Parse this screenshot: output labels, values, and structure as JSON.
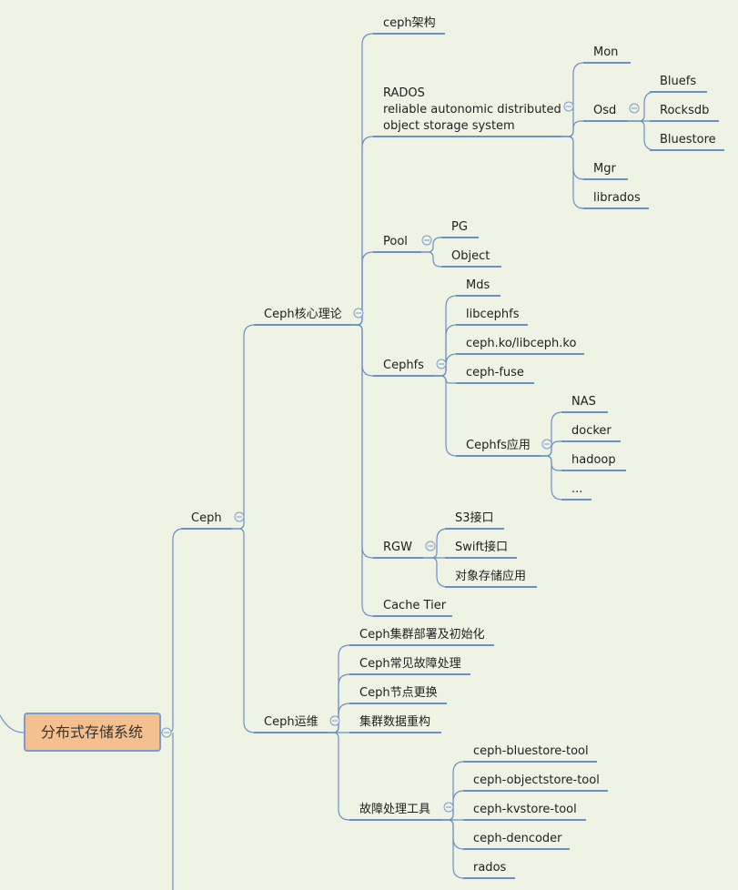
{
  "root": {
    "id": "root",
    "label": "分布式存储系统",
    "children": [
      {
        "id": "ceph",
        "label": "Ceph",
        "children": [
          {
            "id": "core",
            "label": "Ceph核心理论",
            "children": [
              {
                "id": "arch",
                "label": "ceph架构"
              },
              {
                "id": "rados",
                "label": "RADOS\nreliable autonomic distributed\nobject storage system",
                "children": [
                  {
                    "id": "mon",
                    "label": "Mon"
                  },
                  {
                    "id": "osd",
                    "label": "Osd",
                    "children": [
                      {
                        "id": "bluefs",
                        "label": "Bluefs"
                      },
                      {
                        "id": "rocksdb",
                        "label": "Rocksdb"
                      },
                      {
                        "id": "bluestore",
                        "label": "Bluestore"
                      }
                    ]
                  },
                  {
                    "id": "mgr",
                    "label": "Mgr"
                  },
                  {
                    "id": "librados",
                    "label": "librados"
                  }
                ]
              },
              {
                "id": "pool",
                "label": "Pool",
                "children": [
                  {
                    "id": "pg",
                    "label": "PG"
                  },
                  {
                    "id": "object",
                    "label": "Object"
                  }
                ]
              },
              {
                "id": "cephfs",
                "label": "Cephfs",
                "children": [
                  {
                    "id": "mds",
                    "label": "Mds"
                  },
                  {
                    "id": "libcephfs",
                    "label": "libcephfs"
                  },
                  {
                    "id": "cephko",
                    "label": "ceph.ko/libceph.ko"
                  },
                  {
                    "id": "cephfuse",
                    "label": "ceph-fuse"
                  },
                  {
                    "id": "cephfsapp",
                    "label": "Cephfs应用",
                    "children": [
                      {
                        "id": "nas",
                        "label": "NAS"
                      },
                      {
                        "id": "docker",
                        "label": "docker"
                      },
                      {
                        "id": "hadoop",
                        "label": "hadoop"
                      },
                      {
                        "id": "ellipsis",
                        "label": "..."
                      }
                    ]
                  }
                ]
              },
              {
                "id": "rgw",
                "label": "RGW",
                "children": [
                  {
                    "id": "s3",
                    "label": "S3接口"
                  },
                  {
                    "id": "swift",
                    "label": "Swift接口"
                  },
                  {
                    "id": "objapp",
                    "label": "对象存储应用"
                  }
                ]
              },
              {
                "id": "cachetier",
                "label": "Cache Tier"
              }
            ]
          },
          {
            "id": "ops",
            "label": "Ceph运维",
            "children": [
              {
                "id": "deploy",
                "label": "Ceph集群部署及初始化"
              },
              {
                "id": "fault",
                "label": "Ceph常见故障处理"
              },
              {
                "id": "nodereplace",
                "label": "Ceph节点更换"
              },
              {
                "id": "rebuild",
                "label": "集群数据重构"
              },
              {
                "id": "tools",
                "label": "故障处理工具",
                "children": [
                  {
                    "id": "bluestoretool",
                    "label": "ceph-bluestore-tool"
                  },
                  {
                    "id": "objectstoretool",
                    "label": "ceph-objectstore-tool"
                  },
                  {
                    "id": "kvstoretool",
                    "label": "ceph-kvstore-tool"
                  },
                  {
                    "id": "dencoder",
                    "label": "ceph-dencoder"
                  },
                  {
                    "id": "radostool",
                    "label": "rados"
                  }
                ]
              }
            ]
          }
        ]
      }
    ]
  }
}
